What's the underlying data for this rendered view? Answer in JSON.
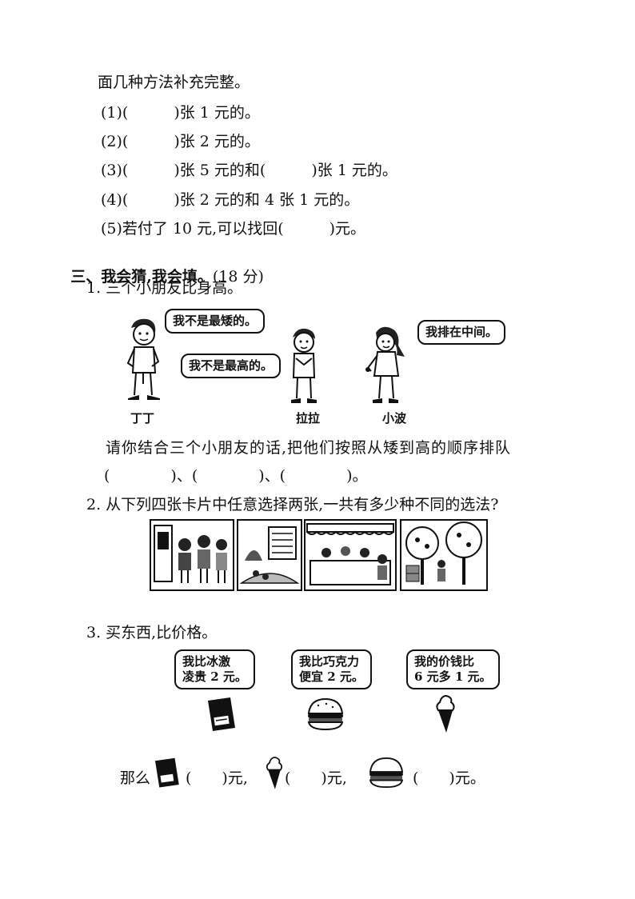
{
  "q2": {
    "intro": "面几种方法补充完整。",
    "items": [
      "(1)(　　　)张 1 元的。",
      "(2)(　　　)张 2 元的。",
      "(3)(　　　)张 5 元的和(　　　)张 1 元的。",
      "(4)(　　　)张 2 元的和 4 张 1 元的。",
      "(5)若付了 10 元,可以找回(　　　)元。"
    ]
  },
  "section3": {
    "title": "三、我会猜,我会填。",
    "score": "(18 分)"
  },
  "p1": {
    "title": "1. 三个小朋友比身高。",
    "bubbles": {
      "dingding": "我不是最矮的。",
      "lala": "我不是最高的。",
      "xiaobo": "我排在中间。"
    },
    "names": {
      "dingding": "丁丁",
      "lala": "拉拉",
      "xiaobo": "小波"
    },
    "instruction": "请你结合三个小朋友的话,把他们按照从矮到高的顺序排队",
    "blanks": "(　　　　)、(　　　　)、(　　　　)。"
  },
  "p2": {
    "title": "2. 从下列四张卡片中任意选择两张,一共有多少种不同的选法?"
  },
  "p3": {
    "title": "3. 买东西,比价格。",
    "bubbles": {
      "chocolate": "我比冰激\n凌贵 2 元。",
      "burger": "我比巧克力\n便宜 2 元。",
      "icecream": "我的价钱比\n6 元多 1 元。"
    },
    "answer": {
      "prefix": "那么",
      "chocolate_blank": "(　　)元,",
      "icecream_blank": "(　　)元,",
      "burger_blank": "(　　)元。"
    }
  }
}
